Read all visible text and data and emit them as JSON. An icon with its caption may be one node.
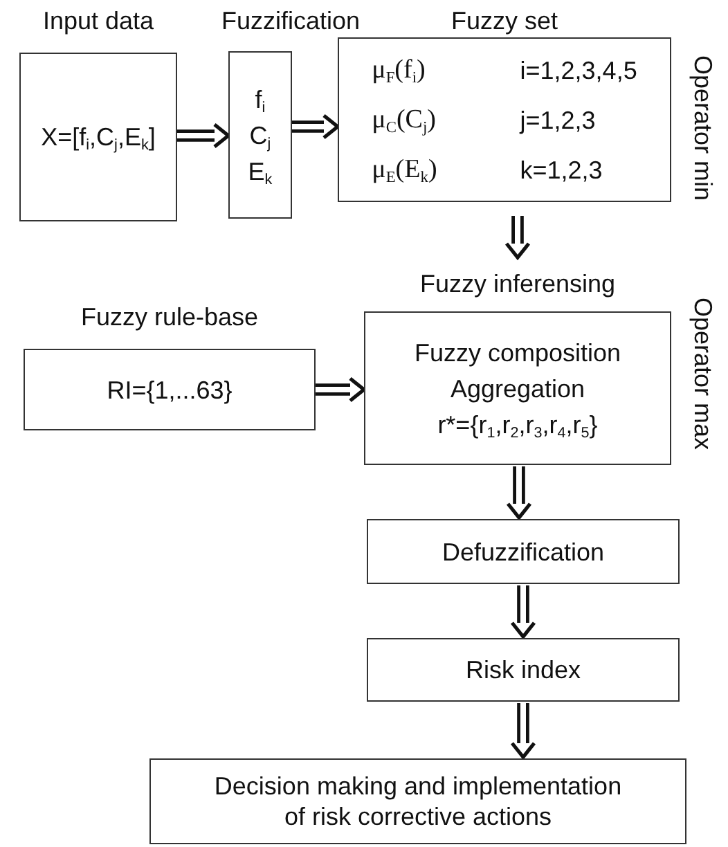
{
  "diagram": {
    "nodes": [
      {
        "text": [
          "Input data",
          "X=[f$_{i}$,C$_{j}$,E$_{k}$]"
        ]
      },
      {
        "text": [
          "Fuzzification",
          "f$_{i}$",
          "C$_{j}$",
          "E$_{k}$"
        ]
      },
      {
        "text": [
          "Fuzzy set",
          "μ$_{F}$(f$_{i}$)",
          "i=1,2,3,4,5",
          "μ$_{C}$(C$_{j}$)",
          "j=1,2,3",
          "μ$_{E}$(E$_{k}$)",
          "k=1,2,3"
        ],
        "beside": [
          "Operator min"
        ]
      },
      {
        "text": [
          "Fuzzy rule-base",
          "RI={1,...63}"
        ]
      },
      {
        "text": [
          "Fuzzy inferensing",
          "Fuzzy composition",
          "Aggregation",
          "r*={r$_{1}$,r$_{2}$,r$_{3}$,r$_{4}$,r$_{5}$}"
        ],
        "beside": [
          "Operator max"
        ]
      },
      {
        "text": [
          "Defuzzification"
        ]
      },
      {
        "text": [
          "Risk index"
        ]
      },
      {
        "text": [
          "Decision making and implementation of risk corrective actions"
        ]
      }
    ],
    "edges": [
      {
        "from": 0,
        "to": 1,
        "arrow": "to"
      },
      {
        "from": 1,
        "to": 2,
        "arrow": "to"
      },
      {
        "from": 2,
        "to": 4,
        "arrow": "to"
      },
      {
        "from": 3,
        "to": 4,
        "arrow": "to"
      },
      {
        "from": 4,
        "to": 5,
        "arrow": "to"
      },
      {
        "from": 5,
        "to": 6,
        "arrow": "to"
      },
      {
        "from": 6,
        "to": 7,
        "arrow": "to"
      }
    ]
  }
}
